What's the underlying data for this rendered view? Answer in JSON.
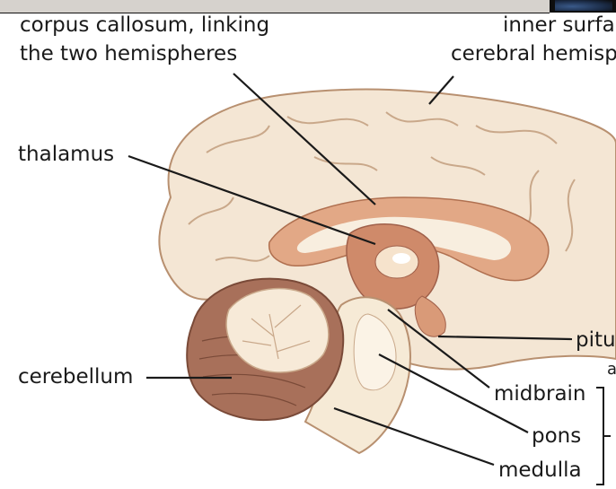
{
  "labels": {
    "corpus_line1": "corpus callosum, linking",
    "corpus_line2": "the two hemispheres",
    "inner_line1": "inner surfa",
    "inner_line2": "cerebral hemisp",
    "thalamus": "thalamus",
    "cerebellum": "cerebellum",
    "pituitary_partial": "pitu",
    "stray_char": "a",
    "midbrain": "midbrain",
    "pons": "pons",
    "medulla": "medulla"
  },
  "colors": {
    "cortex": "#f4e6d4",
    "gyri_line": "#c9a88a",
    "inner_region": "#e2a886",
    "deep_region": "#cf8a6a",
    "cerebellum_dark": "#a8705a",
    "brainstem": "#f6ead6",
    "leader_line": "#1a1a1a"
  }
}
